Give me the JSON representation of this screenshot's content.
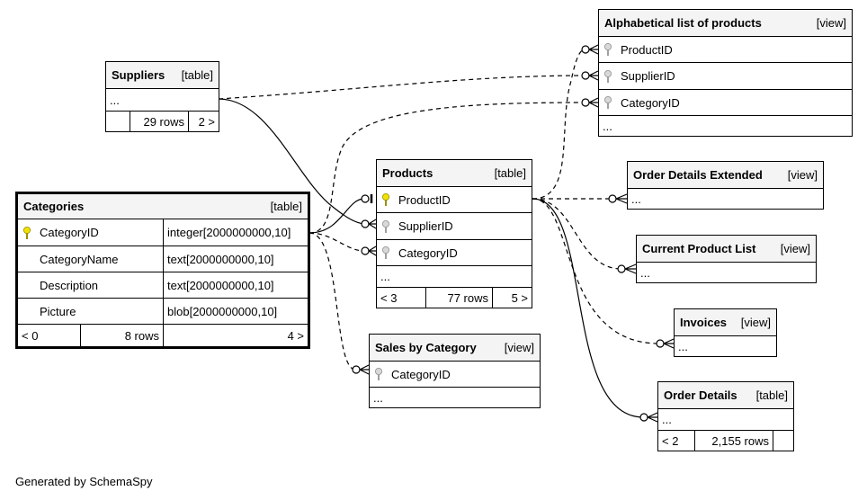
{
  "suppliers": {
    "name": "Suppliers",
    "type": "[table]",
    "ellipsis": "...",
    "rows": "29 rows",
    "right_nav": "2 >"
  },
  "categories": {
    "name": "Categories",
    "type": "[table]",
    "columns": [
      {
        "name": "CategoryID",
        "dtype": "integer[2000000000,10]"
      },
      {
        "name": "CategoryName",
        "dtype": "text[2000000000,10]"
      },
      {
        "name": "Description",
        "dtype": "text[2000000000,10]"
      },
      {
        "name": "Picture",
        "dtype": "blob[2000000000,10]"
      }
    ],
    "left_nav": "< 0",
    "rows": "8 rows",
    "right_nav": "4 >"
  },
  "products": {
    "name": "Products",
    "type": "[table]",
    "columns": [
      "ProductID",
      "SupplierID",
      "CategoryID"
    ],
    "ellipsis": "...",
    "left_nav": "< 3",
    "rows": "77 rows",
    "right_nav": "5 >"
  },
  "alpha_list": {
    "name": "Alphabetical list of products",
    "type": "[view]",
    "columns": [
      "ProductID",
      "SupplierID",
      "CategoryID"
    ],
    "ellipsis": "..."
  },
  "order_details_ext": {
    "name": "Order Details Extended",
    "type": "[view]",
    "ellipsis": "..."
  },
  "current_product_list": {
    "name": "Current Product List",
    "type": "[view]",
    "ellipsis": "..."
  },
  "invoices": {
    "name": "Invoices",
    "type": "[view]",
    "ellipsis": "..."
  },
  "sales_by_category": {
    "name": "Sales by Category",
    "type": "[view]",
    "columns": [
      "CategoryID"
    ],
    "ellipsis": "..."
  },
  "order_details": {
    "name": "Order Details",
    "type": "[table]",
    "ellipsis": "...",
    "left_nav": "< 2",
    "rows": "2,155 rows"
  },
  "footer": "Generated by SchemaSpy",
  "colors": {
    "primary_key": "#f2e200",
    "foreign_key": "#b0b0b0",
    "header_bg": "#f4f4f4",
    "line": "#000000"
  }
}
